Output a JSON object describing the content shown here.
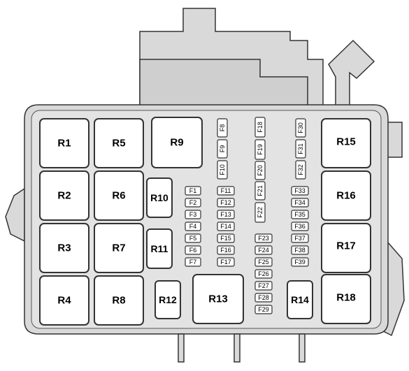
{
  "relays": {
    "R1": "R1",
    "R2": "R2",
    "R3": "R3",
    "R4": "R4",
    "R5": "R5",
    "R6": "R6",
    "R7": "R7",
    "R8": "R8",
    "R9": "R9",
    "R10": "R10",
    "R11": "R11",
    "R12": "R12",
    "R13": "R13",
    "R14": "R14",
    "R15": "R15",
    "R16": "R16",
    "R17": "R17",
    "R18": "R18"
  },
  "fuses": {
    "F1": "F1",
    "F2": "F2",
    "F3": "F3",
    "F4": "F4",
    "F5": "F5",
    "F6": "F6",
    "F7": "F7",
    "F8": "F8",
    "F9": "F9",
    "F10": "F10",
    "F11": "F11",
    "F12": "F12",
    "F13": "F13",
    "F14": "F14",
    "F15": "F15",
    "F16": "F16",
    "F17": "F17",
    "F18": "F18",
    "F19": "F19",
    "F20": "F20",
    "F21": "F21",
    "F22": "F22",
    "F23": "F23",
    "F24": "F24",
    "F25": "F25",
    "F26": "F26",
    "F27": "F27",
    "F28": "F28",
    "F29": "F29",
    "F30": "F30",
    "F31": "F31",
    "F32": "F32",
    "F33": "F33",
    "F34": "F34",
    "F35": "F35",
    "F36": "F36",
    "F37": "F37",
    "F38": "F38",
    "F39": "F39"
  },
  "colors": {
    "housing": "#d9d9d9",
    "housing_dark": "#bdbdbd",
    "outline": "#333333",
    "slot": "#ffffff"
  }
}
